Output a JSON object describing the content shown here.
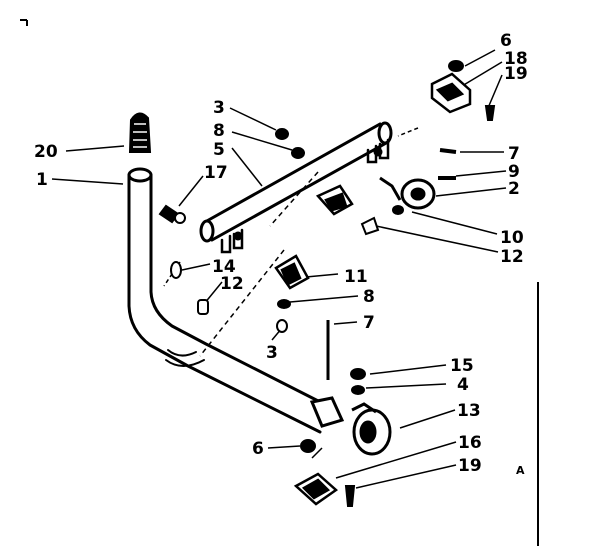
{
  "callouts": [
    {
      "id": "c20",
      "label": "20"
    },
    {
      "id": "c1",
      "label": "1"
    },
    {
      "id": "c17",
      "label": "17"
    },
    {
      "id": "c3a",
      "label": "3"
    },
    {
      "id": "c8a",
      "label": "8"
    },
    {
      "id": "c5",
      "label": "5"
    },
    {
      "id": "c6a",
      "label": "6"
    },
    {
      "id": "c18",
      "label": "18"
    },
    {
      "id": "c19a",
      "label": "19"
    },
    {
      "id": "c7a",
      "label": "7"
    },
    {
      "id": "c9",
      "label": "9"
    },
    {
      "id": "c2",
      "label": "2"
    },
    {
      "id": "c10",
      "label": "10"
    },
    {
      "id": "c12a",
      "label": "12"
    },
    {
      "id": "c14",
      "label": "14"
    },
    {
      "id": "c12b",
      "label": "12"
    },
    {
      "id": "c11",
      "label": "11"
    },
    {
      "id": "c8b",
      "label": "8"
    },
    {
      "id": "c7b",
      "label": "7"
    },
    {
      "id": "c3b",
      "label": "3"
    },
    {
      "id": "c15",
      "label": "15"
    },
    {
      "id": "c4",
      "label": "4"
    },
    {
      "id": "c13",
      "label": "13"
    },
    {
      "id": "c6b",
      "label": "6"
    },
    {
      "id": "c16",
      "label": "16"
    },
    {
      "id": "c19b",
      "label": "19"
    }
  ],
  "corner_mark": "A"
}
